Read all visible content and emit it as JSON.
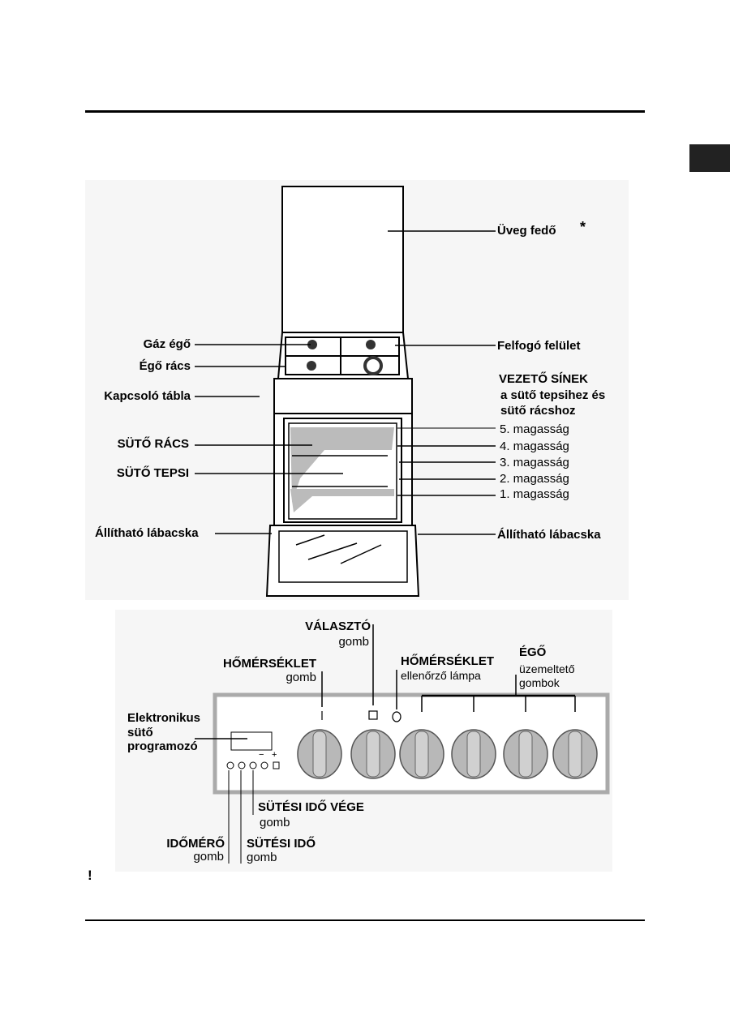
{
  "diagram1": {
    "lid": "Üveg fedő",
    "asterisk": "*",
    "gas_burner": "Gáz égő",
    "burner_grid": "Égő rács",
    "control_panel": "Kapcsoló tábla",
    "drip_tray": "Felfogó felület",
    "guide_rails_title": "VEZETŐ SÍNEK",
    "guide_rails_line2": "a sütő tepsihez és",
    "guide_rails_line3": "sütő rácshoz",
    "levels": [
      "5. magasság",
      "4. magasság",
      "3. magasság",
      "2. magasság",
      "1. magasság"
    ],
    "oven_rack": "SÜTŐ RÁCS",
    "oven_tray": "SÜTŐ TEPSI",
    "feet_left": "Állítható lábacska",
    "feet_right": "Állítható lábacska"
  },
  "diagram2": {
    "selector_title": "VÁLASZTÓ",
    "selector_sub": "gomb",
    "thermostat_title": "HŐMÉRSÉKLET",
    "thermostat_sub": "gomb",
    "lamp_title": "HŐMÉRSÉKLET",
    "lamp_sub": "ellenőrző lámpa",
    "burner_title": "ÉGŐ",
    "burner_sub1": "üzemeltető",
    "burner_sub2": "gombok",
    "programmer_1": "Elektronikus",
    "programmer_2": "sütő",
    "programmer_3": "programozó",
    "end_time_title": "SÜTÉSI IDŐ VÉGE",
    "end_time_sub": "gomb",
    "timer_title": "IDŐMÉRŐ",
    "timer_sub": "gomb",
    "cook_time_title": "SÜTÉSI IDŐ",
    "cook_time_sub": "gomb",
    "minus": "−",
    "plus": "+"
  },
  "note_mark": "!"
}
